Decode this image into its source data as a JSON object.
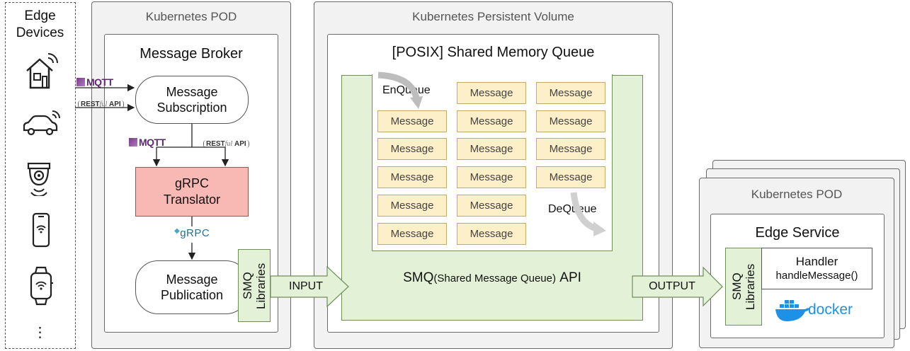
{
  "edge_devices": {
    "title": "Edge Devices",
    "icons": [
      "smart-home-icon",
      "connected-car-icon",
      "security-camera-icon",
      "smartphone-icon",
      "smartwatch-icon"
    ],
    "more": "⋮"
  },
  "pod_left": {
    "title": "Kubernetes POD",
    "broker_title": "Message Broker",
    "subscription": "Message Subscription",
    "translator": "gRPC Translator",
    "publication": "Message Publication",
    "libraries": "SMQ Libraries",
    "grpc_logo": "gRPC",
    "mqtt_logo": "MQTT",
    "rest_logo_rest": "REST",
    "rest_logo_ful": "ful",
    "rest_logo_api": "API"
  },
  "volume": {
    "title": "Kubernetes Persistent Volume",
    "queue_title": "[POSIX] Shared Memory Queue",
    "enqueue": "EnQueue",
    "dequeue": "DeQueue",
    "message_label": "Message",
    "api_main": "SMQ",
    "api_sub": "(Shared Message Queue)",
    "api_end": "API"
  },
  "arrows": {
    "input": "INPUT",
    "output": "OUTPUT"
  },
  "pod_right": {
    "title": "Kubernetes POD",
    "service_title": "Edge Service",
    "libraries": "SMQ Libraries",
    "handler": "Handler",
    "handler_method": "handleMessage()",
    "docker": "docker"
  },
  "colors": {
    "translator_fill": "#f8b8b3",
    "message_fill": "#fdefc7",
    "green_fill": "#e3f2d7",
    "panel_fill": "#f2f2f2",
    "docker_blue": "#1d91e6"
  }
}
